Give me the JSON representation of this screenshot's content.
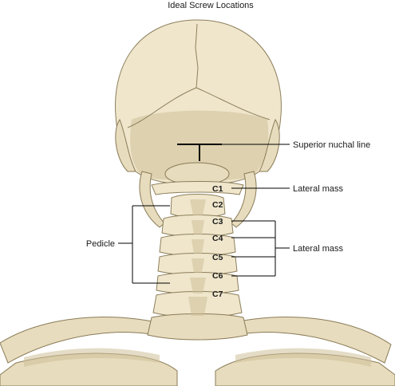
{
  "title": "Ideal Screw Locations",
  "labels": {
    "superior_nuchal_line": "Superior nuchal line",
    "lateral_mass_c1": "Lateral mass",
    "lateral_mass_subaxial": "Lateral mass",
    "pedicle": "Pedicle"
  },
  "vertebrae": [
    "C1",
    "C2",
    "C3",
    "C4",
    "C5",
    "C6",
    "C7"
  ],
  "colors": {
    "bone": "#efe6cc",
    "bone_outline": "#8d7f5c",
    "leader_line": "#000000"
  }
}
